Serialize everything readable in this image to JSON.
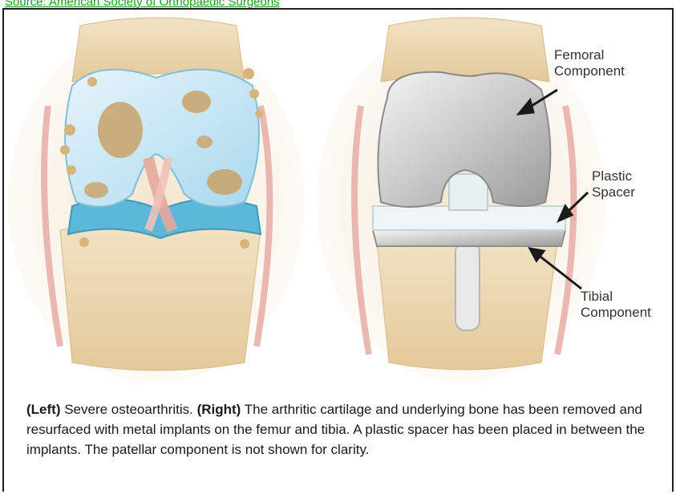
{
  "source": "Source: American Society of Orthopaedic Surgeons",
  "labels": {
    "femoral_line1": "Femoral",
    "femoral_line2": "Component",
    "plastic_line1": "Plastic",
    "plastic_line2": "Spacer",
    "tibial_line1": "Tibial",
    "tibial_line2": "Component"
  },
  "caption": {
    "left_tag": "(Left)",
    "left_text": " Severe osteoarthritis. ",
    "right_tag": "(Right)",
    "right_text": " The arthritic cartilage and underlying bone has been removed and resurfaced with metal implants on the femur and tibia. A plastic spacer has been placed in between the implants. The patellar component is not shown for clarity."
  }
}
